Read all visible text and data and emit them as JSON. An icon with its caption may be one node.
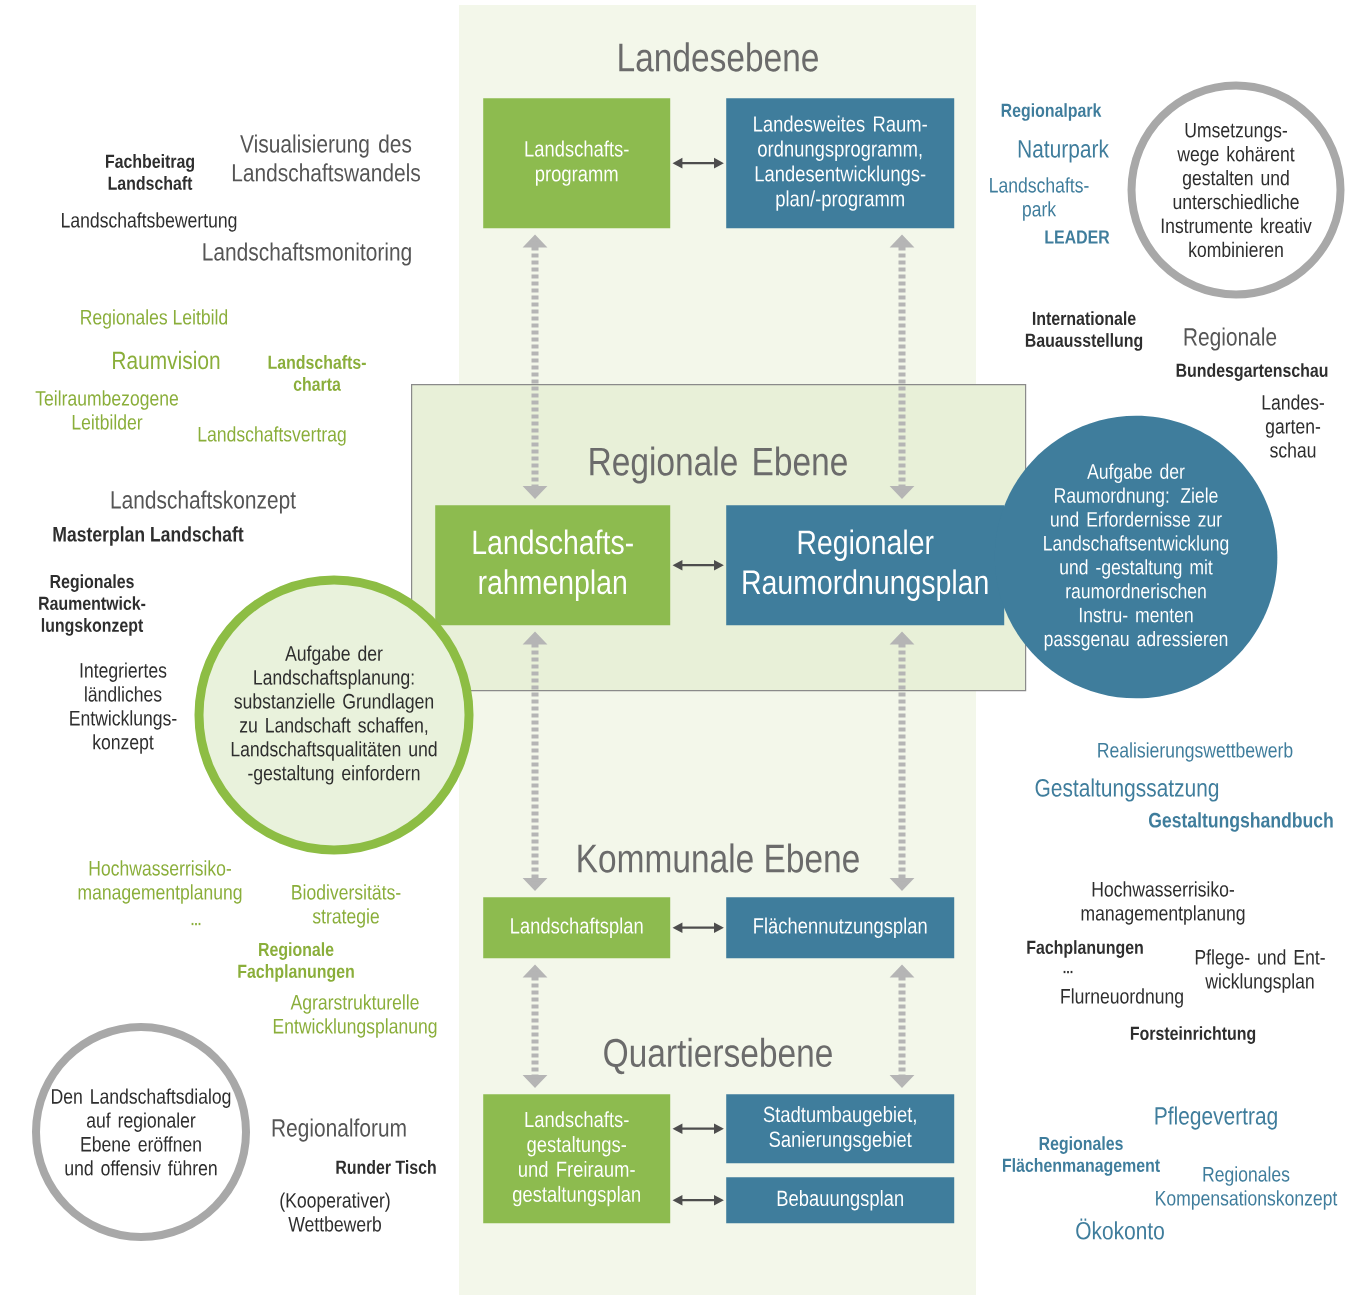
{
  "diagram": {
    "nodes": [
      {
        "text": [
          "Landschafts- programm"
        ]
      },
      {
        "text": [
          "Landesweites Raum- ordnungsprogramm, Landesentwicklungs- plan/-programm"
        ]
      },
      {
        "text": [
          "Regionale Ebene"
        ]
      },
      {
        "text": [
          "Landschafts- rahmenplan"
        ],
        "in": 2
      },
      {
        "text": [
          "Regionaler Raumordnungsplan"
        ],
        "in": 2
      },
      {
        "text": [
          "Landschaftsplan"
        ]
      },
      {
        "text": [
          "Flächennutzungsplan"
        ]
      },
      {
        "text": [
          "Landschafts- gestaltungs- und Freiraum- gestaltungsplan"
        ]
      },
      {
        "text": [
          "Stadtumbaugebiet, Sanierungsgebiet"
        ]
      },
      {
        "text": [
          "Bebauungsplan"
        ]
      },
      {
        "text": [
          "Aufgabe der Landschaftsplanung: substanzielle Grundlagen zu Landschaft schaffen, Landschaftsqualitäten und -gestaltung einfordern"
        ]
      },
      {
        "text": [
          "Aufgabe der Raumordnung: Ziele und Erfordernisse zur Landschaftsentwicklung und -gestaltung mit raumordnerischen Instru- menten passgenau adressieren"
        ]
      },
      {
        "text": [
          "Umsetzungs- wege kohärent gestalten und unterschiedliche Instrumente kreativ kombinieren"
        ]
      },
      {
        "text": [
          "Den Landschaftsdialog auf regionaler Ebene eröffnen und offensiv führen"
        ]
      }
    ],
    "edges": [
      {
        "from": 0,
        "to": 1,
        "arrow": "both",
        "color": "#4d4d4d"
      },
      {
        "from": 0,
        "to": 3,
        "arrow": "both",
        "style": "dashed"
      },
      {
        "from": 1,
        "to": 4,
        "arrow": "both",
        "style": "dashed"
      },
      {
        "from": 3,
        "to": 4,
        "arrow": "both",
        "color": "#4d4d4d"
      },
      {
        "from": 3,
        "to": 5,
        "arrow": "both",
        "style": "dashed"
      },
      {
        "from": 4,
        "to": 6,
        "arrow": "both",
        "style": "dashed"
      },
      {
        "from": 5,
        "to": 6,
        "arrow": "both",
        "color": "#4d4d4d"
      },
      {
        "from": 5,
        "to": 7,
        "arrow": "both",
        "style": "dashed"
      },
      {
        "from": 6,
        "to": 8,
        "arrow": "both",
        "style": "dashed"
      },
      {
        "from": 7,
        "to": 8,
        "arrow": "both",
        "color": "#4d4d4d"
      },
      {
        "from": 7,
        "to": 9,
        "arrow": "both",
        "color": "#4d4d4d"
      }
    ],
    "labels": [
      "Landesebene",
      "Fachbeitrag Landschaft",
      "Visualisierung des Landschaftswandels",
      "Landschaftsbewertung",
      "Landschaftsmonitoring",
      "Regionalpark",
      "Naturpark",
      "Landschafts- park",
      "LEADER",
      "Regionales Leitbild",
      "Raumvision",
      "Landschafts- charta",
      "Teilraumbezogene Leitbilder",
      "Landschaftsvertrag",
      "Internationale Bauausstellung",
      "Regionale",
      "Bundesgartenschau",
      "Landes- garten- schau",
      "Landschaftskonzept",
      "Masterplan Landschaft",
      "Regionales Raumentwick- lungskonzept",
      "Integriertes ländliches Entwicklungs- konzept",
      "Realisierungswettbewerb",
      "Gestaltungssatzung",
      "Gestaltungshandbuch",
      "Kommunale Ebene",
      "Hochwasserrisiko- managementplanung",
      "Biodiversitäts- strategie",
      "...",
      "Regionale Fachplanungen",
      "Agrarstrukturelle Entwicklungsplanung",
      "Hochwasserrisiko- managementplanung",
      "Fachplanungen",
      "Pflege- und Ent- wicklungsplan",
      "...",
      "Flurneuordnung",
      "Forsteinrichtung",
      "Quartiersebene",
      "Regionalforum",
      "Runder Tisch",
      "(Kooperativer) Wettbewerb",
      "Pflegevertrag",
      "Regionales Flächenmanagement",
      "Regionales Kompensationskonzept",
      "Ökokonto"
    ]
  }
}
